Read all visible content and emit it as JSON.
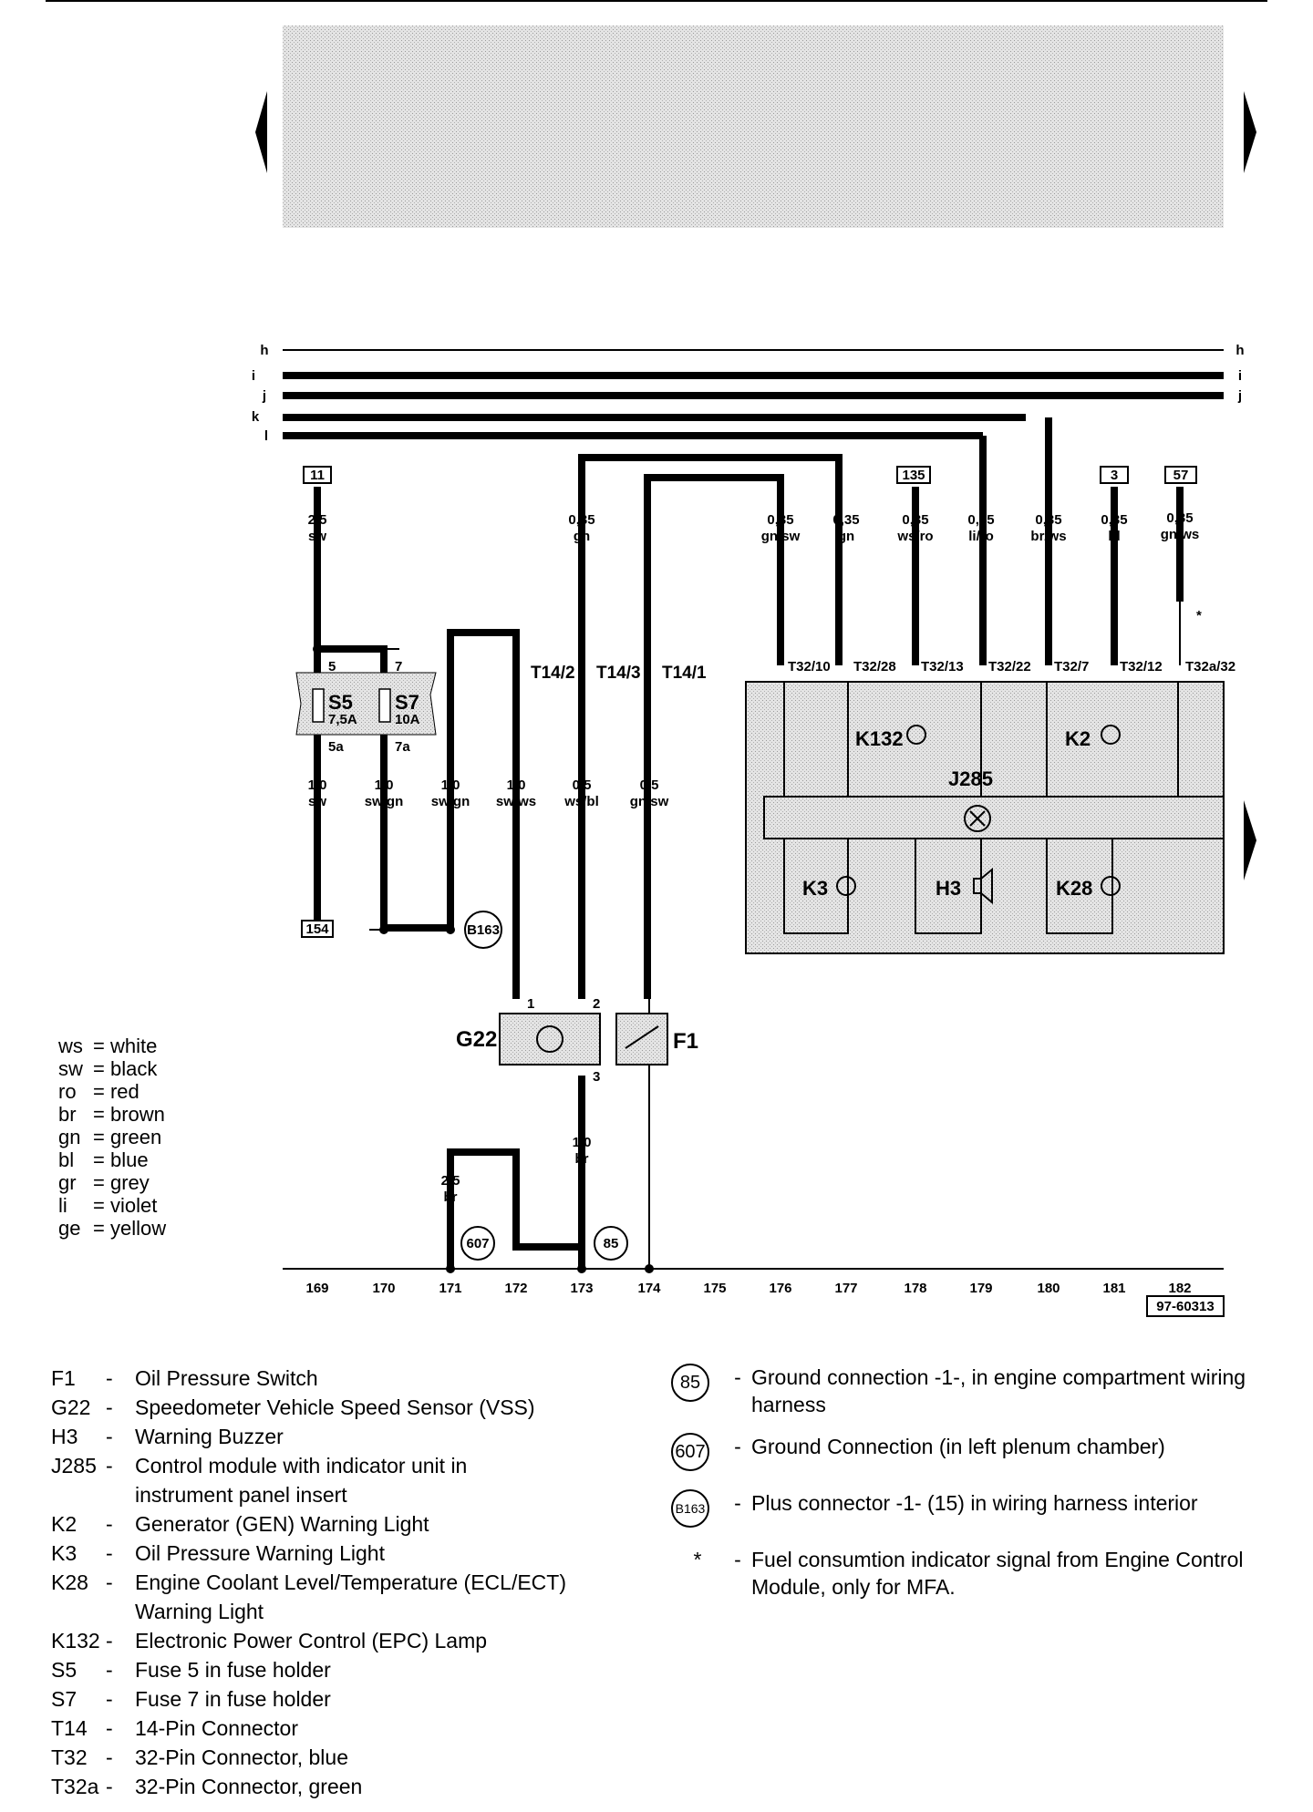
{
  "diagram": {
    "busbars": [
      {
        "id": "h",
        "label_left": "h",
        "label_right": "h"
      },
      {
        "id": "i",
        "label_left": "i",
        "label_right": "i"
      },
      {
        "id": "j",
        "label_left": "j",
        "label_right": "j"
      },
      {
        "id": "k",
        "label_left": "k"
      },
      {
        "id": "l",
        "label_left": "l"
      }
    ],
    "ref_boxes": {
      "r11": "11",
      "r135": "135",
      "r3": "3",
      "r57": "57",
      "r154": "154",
      "doc": "97-60313"
    },
    "wires_top": [
      {
        "g": "2,5",
        "c": "sw"
      },
      {
        "g": "0,35",
        "c": "gn"
      },
      {
        "g": "0,35",
        "c": "gn/sw"
      },
      {
        "g": "0,35",
        "c": "gn"
      },
      {
        "g": "0,35",
        "c": "ws/ro"
      },
      {
        "g": "0,35",
        "c": "li/ro"
      },
      {
        "g": "0,35",
        "c": "br/ws"
      },
      {
        "g": "0,35",
        "c": "bl"
      },
      {
        "g": "0,35",
        "c": "gn/ws"
      }
    ],
    "wires_mid": [
      {
        "g": "1,0",
        "c": "sw"
      },
      {
        "g": "1,0",
        "c": "sw/gn"
      },
      {
        "g": "1,0",
        "c": "sw/gn"
      },
      {
        "g": "1,0",
        "c": "sw/ws"
      },
      {
        "g": "0,5",
        "c": "ws/bl"
      },
      {
        "g": "0,5",
        "c": "gn/sw"
      }
    ],
    "wires_low": [
      {
        "g": "2,5",
        "c": "br"
      },
      {
        "g": "1,0",
        "c": "br"
      }
    ],
    "pins": {
      "p5": "5",
      "p7": "7",
      "p5a": "5a",
      "p7a": "7a",
      "p1": "1",
      "p2": "2",
      "p3": "3",
      "t14_2": "T14/2",
      "t14_3": "T14/3",
      "t14_1": "T14/1",
      "t32_10": "T32/10",
      "t32_28": "T32/28",
      "t32_13": "T32/13",
      "t32_22": "T32/22",
      "t32_7": "T32/7",
      "t32_12": "T32/12",
      "t32a_32": "T32a/32"
    },
    "fuses": {
      "s5": "S5",
      "s5v": "7,5A",
      "s7": "S7",
      "s7v": "10A"
    },
    "components": {
      "g22": "G22",
      "f1": "F1",
      "j285": "J285",
      "k132": "K132",
      "k2": "K2",
      "k3": "K3",
      "h3": "H3",
      "k28": "K28"
    },
    "grounds": {
      "g607": "607",
      "g85": "85",
      "b163": "B163"
    },
    "star": "*",
    "columns": [
      "169",
      "170",
      "171",
      "172",
      "173",
      "174",
      "175",
      "176",
      "177",
      "178",
      "179",
      "180",
      "181",
      "182"
    ]
  },
  "color_legend": [
    {
      "code": "ws",
      "name": "white"
    },
    {
      "code": "sw",
      "name": "black"
    },
    {
      "code": "ro",
      "name": "red"
    },
    {
      "code": "br",
      "name": "brown"
    },
    {
      "code": "gn",
      "name": "green"
    },
    {
      "code": "bl",
      "name": "blue"
    },
    {
      "code": "gr",
      "name": "grey"
    },
    {
      "code": "li",
      "name": "violet"
    },
    {
      "code": "ge",
      "name": "yellow"
    }
  ],
  "components_legend": [
    {
      "code": "F1",
      "desc": "Oil Pressure Switch"
    },
    {
      "code": "G22",
      "desc": "Speedometer Vehicle Speed Sensor (VSS)"
    },
    {
      "code": "H3",
      "desc": "Warning Buzzer"
    },
    {
      "code": "J285",
      "desc": "Control module with indicator unit in instrument panel insert"
    },
    {
      "code": "K2",
      "desc": "Generator (GEN) Warning Light"
    },
    {
      "code": "K3",
      "desc": "Oil Pressure Warning Light"
    },
    {
      "code": "K28",
      "desc": "Engine Coolant Level/Temperature (ECL/ECT) Warning Light"
    },
    {
      "code": "K132",
      "desc": "Electronic Power Control (EPC) Lamp"
    },
    {
      "code": "S5",
      "desc": "Fuse 5 in fuse holder"
    },
    {
      "code": "S7",
      "desc": "Fuse 7 in fuse holder"
    },
    {
      "code": "T14",
      "desc": "14-Pin Connector"
    },
    {
      "code": "T32",
      "desc": "32-Pin Connector, blue"
    },
    {
      "code": "T32a",
      "desc": "32-Pin Connector, green"
    }
  ],
  "notes_legend": [
    {
      "sym": "85",
      "desc": "Ground connection -1-, in engine compartment wiring harness"
    },
    {
      "sym": "607",
      "desc": "Ground Connection (in left plenum chamber)"
    },
    {
      "sym": "B163",
      "desc": "Plus connector -1- (15) in wiring harness interior"
    },
    {
      "sym": "*",
      "desc": "Fuel consumtion indicator signal from Engine Control Module, only for MFA."
    }
  ]
}
